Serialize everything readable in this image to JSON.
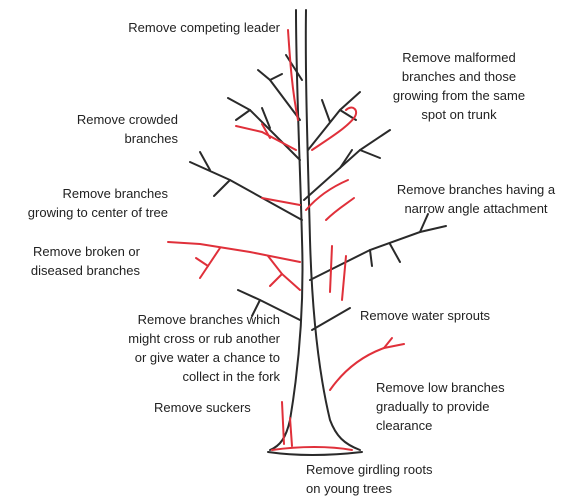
{
  "colors": {
    "branch_keep": "#2a2a2a",
    "branch_remove": "#e0303a",
    "text": "#222222",
    "background": "#ffffff"
  },
  "labels": {
    "competing_leader": [
      "Remove competing leader"
    ],
    "malformed": [
      "Remove malformed",
      "branches and those",
      "growing from the same",
      "spot on trunk"
    ],
    "crowded": [
      "Remove crowded",
      "branches"
    ],
    "center": [
      "Remove branches",
      "growing to center of tree"
    ],
    "narrow_angle": [
      "Remove branches having a",
      "narrow angle attachment"
    ],
    "broken": [
      "Remove broken or",
      "diseased branches"
    ],
    "cross_rub": [
      "Remove branches which",
      "might cross or rub another",
      "or give water a chance to",
      "collect in the fork"
    ],
    "water_sprouts": [
      "Remove water sprouts"
    ],
    "suckers": [
      "Remove suckers"
    ],
    "low_branches": [
      "Remove low branches",
      "gradually to provide",
      "clearance"
    ],
    "girdling_roots": [
      "Remove girdling roots",
      "on young trees"
    ]
  }
}
